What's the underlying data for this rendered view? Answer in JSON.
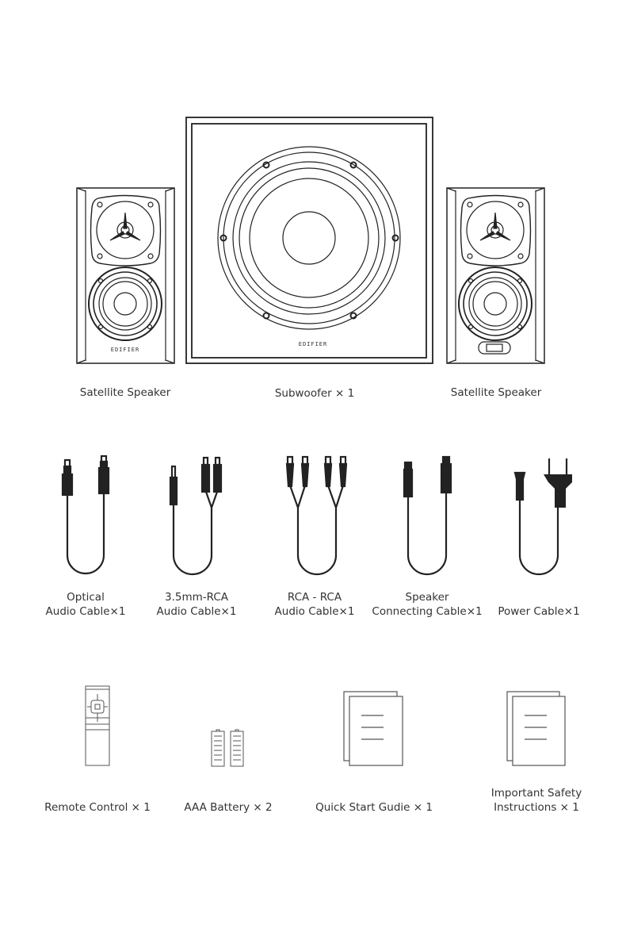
{
  "brand_logo": "EDIFIER",
  "speakers": [
    {
      "label": "Satellite Speaker"
    },
    {
      "label": "Subwoofer × 1"
    },
    {
      "label": "Satellite Speaker"
    }
  ],
  "cables": [
    {
      "line1": "Optical",
      "line2": "Audio Cable×1"
    },
    {
      "line1": "3.5mm-RCA",
      "line2": "Audio Cable×1"
    },
    {
      "line1": "RCA - RCA",
      "line2": "Audio Cable×1"
    },
    {
      "line1": "Speaker",
      "line2": "Connecting Cable×1"
    },
    {
      "line1": "",
      "line2": "Power Cable×1"
    }
  ],
  "accessories": [
    {
      "label": "Remote Control × 1"
    },
    {
      "label": "AAA Battery × 2"
    },
    {
      "label": "Quick Start Gudie × 1"
    },
    {
      "line1": "Important Safety",
      "line2": "Instructions × 1"
    }
  ]
}
